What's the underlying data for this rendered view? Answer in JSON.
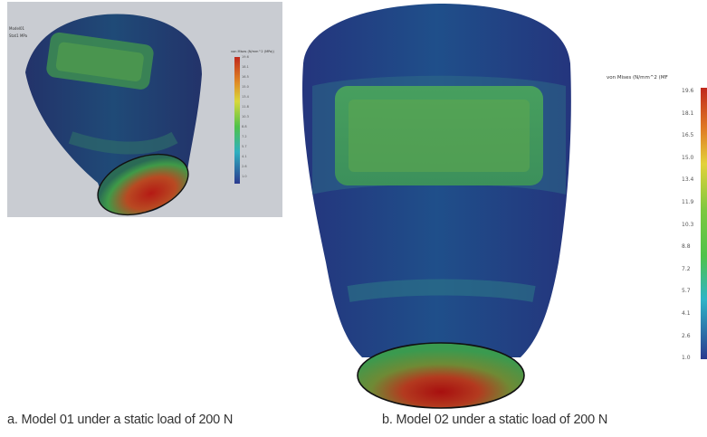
{
  "panel_a": {
    "corner_label_1": "Model01",
    "corner_label_2": "Stat1 MPa",
    "legend_title": "von Mises (N/mm^2 (MPa))",
    "ticks": [
      "19.6",
      "18.1",
      "16.5",
      "15.0",
      "13.4",
      "11.8",
      "10.3",
      "8.8",
      "7.2",
      "5.7",
      "4.1",
      "2.6",
      "1.0"
    ]
  },
  "panel_b": {
    "legend_title": "von Mises (N/mm^2 (MF",
    "ticks": [
      "19.6",
      "18.1",
      "16.5",
      "15.0",
      "13.4",
      "11.9",
      "10.3",
      "8.8",
      "7.2",
      "5.7",
      "4.1",
      "2.6",
      "1.0"
    ]
  },
  "captions": {
    "a": "a. Model 01 under a static load of 200 N",
    "b": "b. Model 02 under a static load of 200 N"
  },
  "colors": {
    "scale_high": "#c0281c",
    "scale_mid": "#4fc24a",
    "scale_low": "#2b3a8f",
    "panel_a_background": "#c9ccd2"
  }
}
